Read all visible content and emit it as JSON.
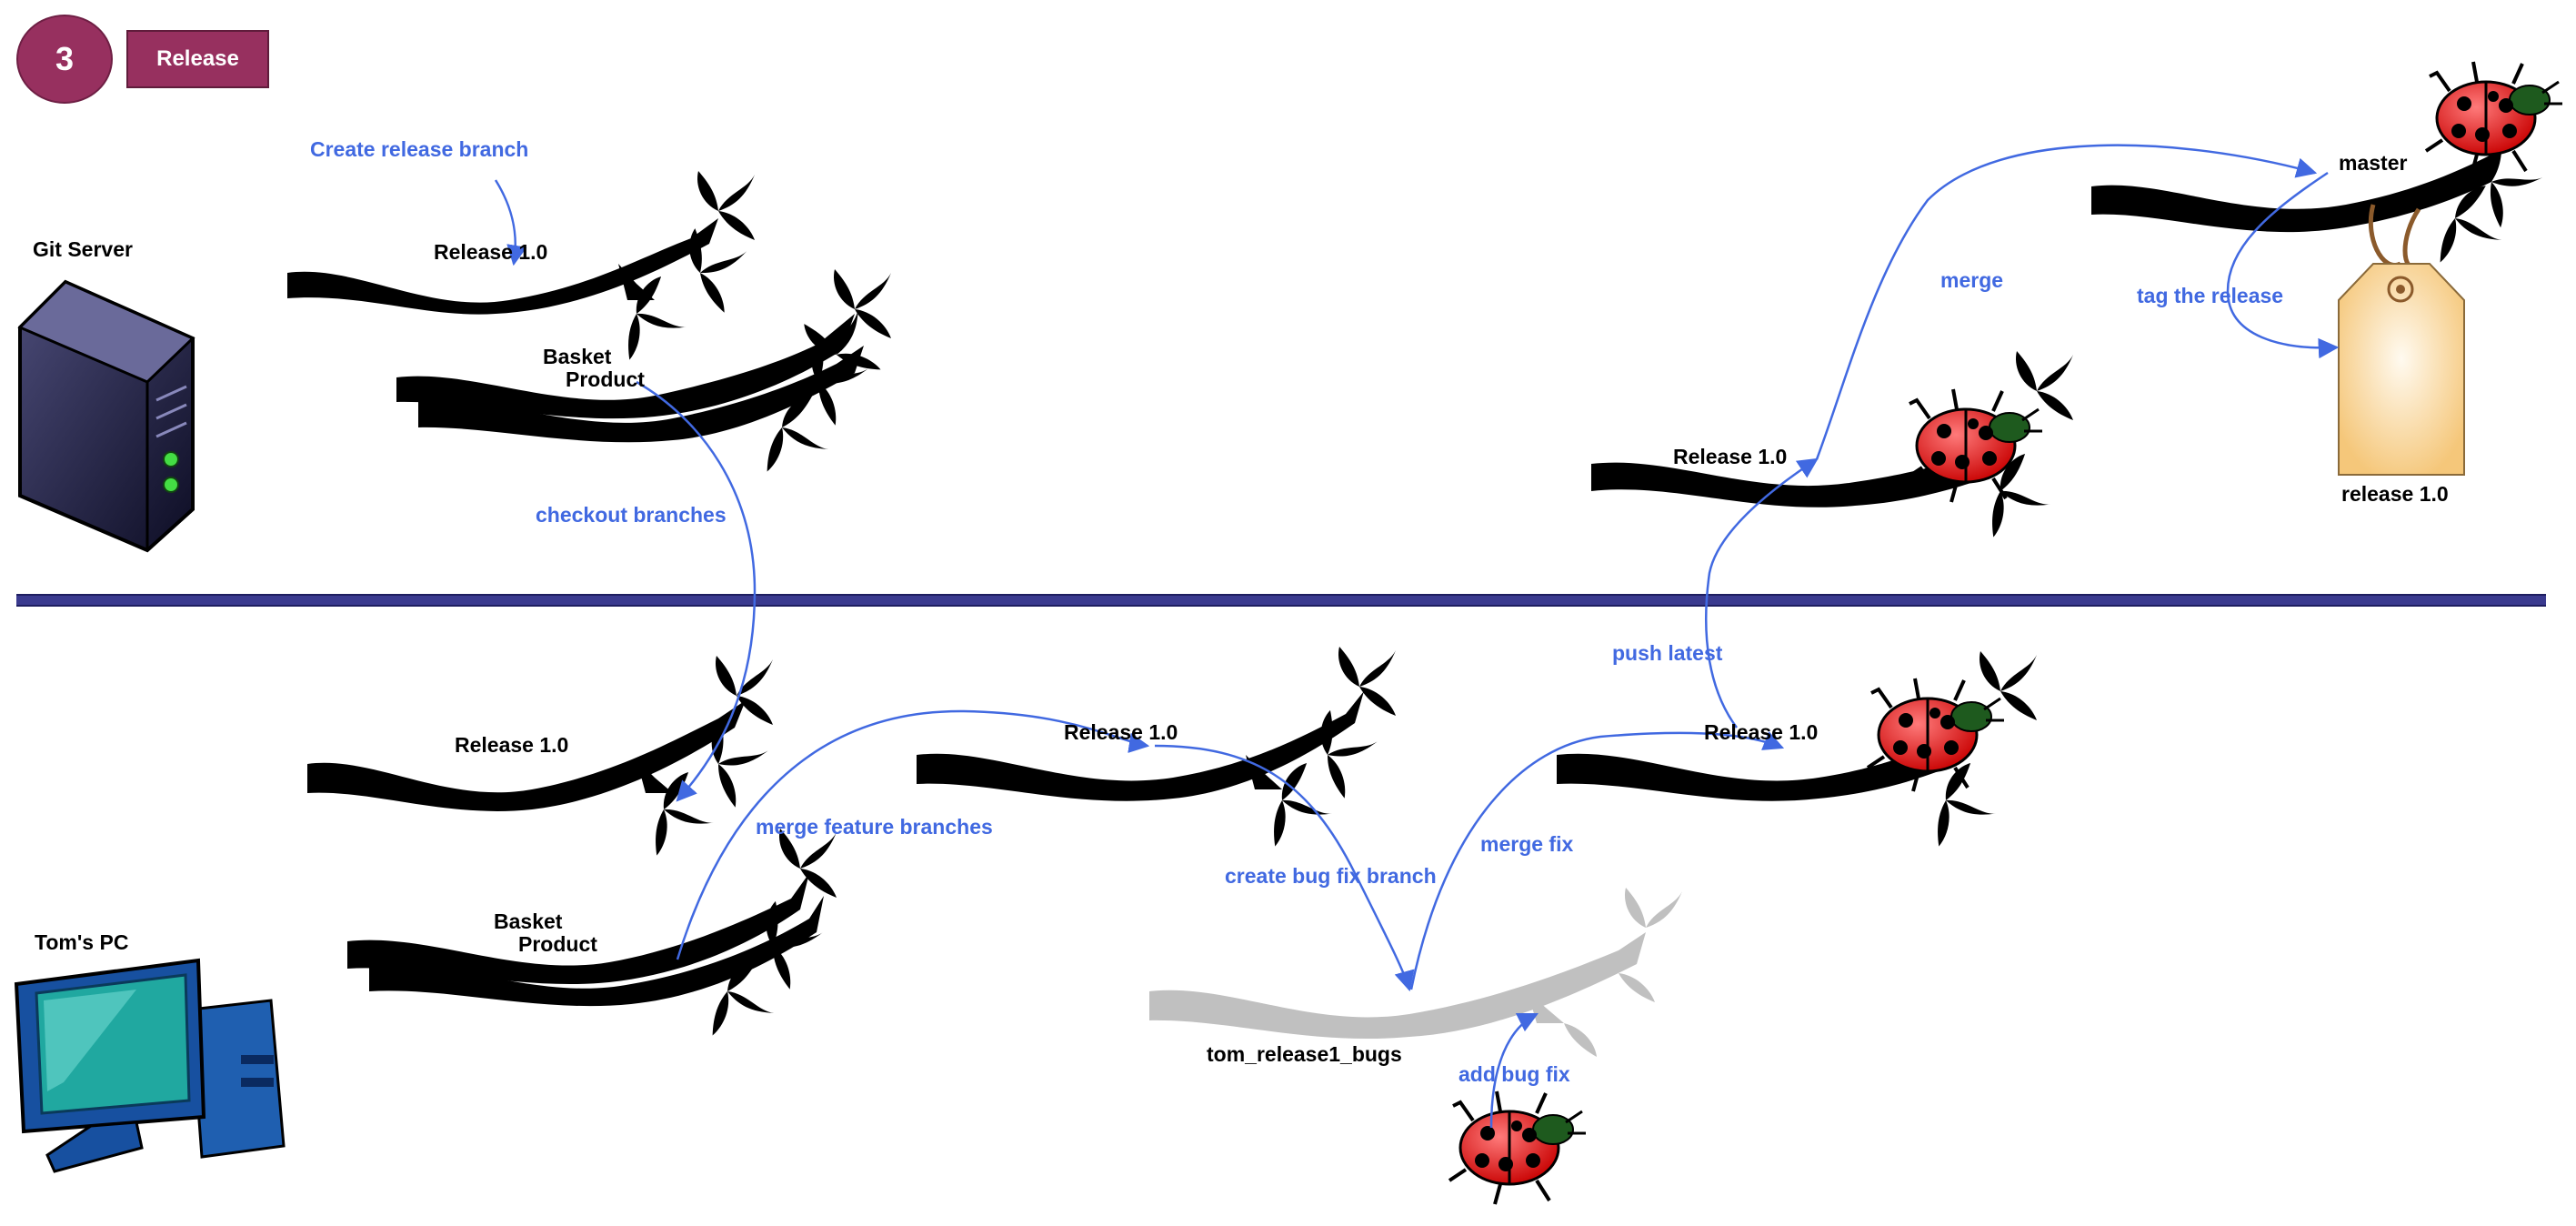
{
  "header": {
    "step_number": "3",
    "step_title": "Release"
  },
  "zones": {
    "server": "Git Server",
    "pc": "Tom's PC"
  },
  "branches": {
    "server_release": "Release 1.0",
    "server_basket": "Basket",
    "server_product": "Product",
    "server_release_fixed": "Release 1.0",
    "master": "master",
    "pc_release": "Release 1.0",
    "pc_basket": "Basket",
    "pc_product": "Product",
    "pc_release_merged": "Release 1.0",
    "pc_release_fixed": "Release 1.0",
    "bugfix": "tom_release1_bugs"
  },
  "tag": {
    "label": "release 1.0"
  },
  "annotations": {
    "create_release_branch": "Create release branch",
    "checkout_branches": "checkout branches",
    "merge_feature_branches": "merge feature branches",
    "create_bug_fix_branch": "create bug fix branch",
    "add_bug_fix": "add bug fix",
    "merge_fix": "merge fix",
    "push_latest": "push latest",
    "merge": "merge",
    "tag_the_release": "tag the release"
  },
  "colors": {
    "accent": "#97305f",
    "divider": "#3a3a8f",
    "annotation": "#4169e1",
    "branch": "#000000",
    "bugfix_branch": "#c0c0c0"
  },
  "icons": [
    "server-icon",
    "pc-icon",
    "ladybug-icon",
    "tag-icon"
  ]
}
